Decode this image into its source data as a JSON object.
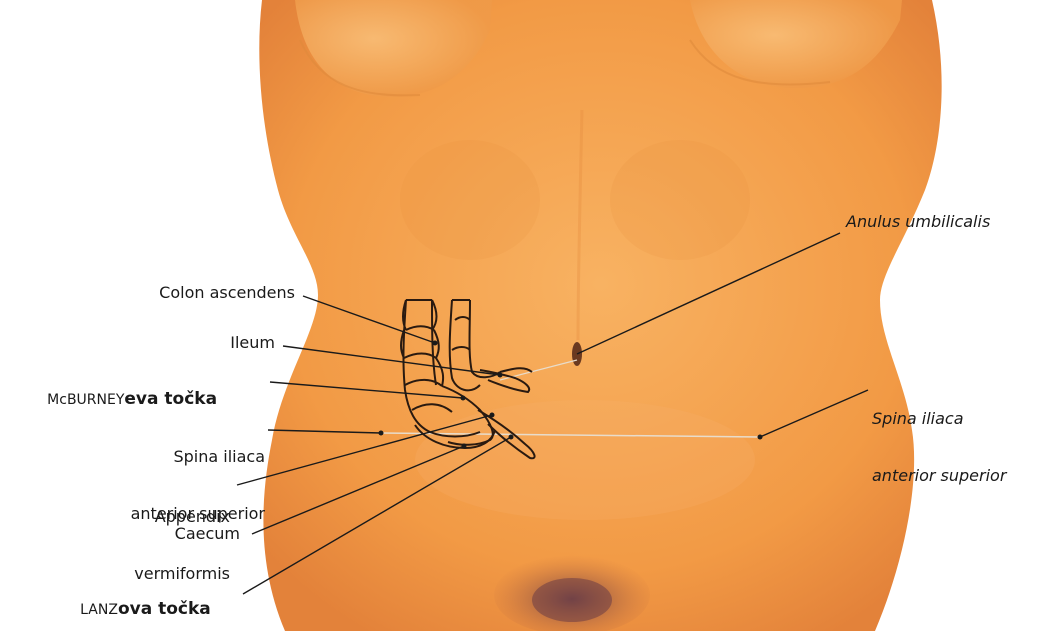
{
  "labels": {
    "colon_ascendens": "Colon ascendens",
    "ileum": "Ileum",
    "mcburney_prefix": "McBURNEY",
    "mcburney_suffix": "eva točka",
    "spina_left_line1": "Spina iliaca",
    "spina_left_line2": "anterior superior",
    "appendix_line1": "Appendix",
    "appendix_line2": "vermiformis",
    "caecum": "Caecum",
    "lanz_prefix": "LANZ",
    "lanz_suffix": "ova točka",
    "anulus": "Anulus umbilicalis",
    "spina_right_line1": "Spina iliaca",
    "spina_right_line2": "anterior superior"
  },
  "colors": {
    "skin": "#f4a24e",
    "skin_light": "#f9bb6a",
    "skin_shadow": "#e58835",
    "leader_line": "#1a1a1a",
    "organ_outline": "#2a1a10",
    "reference_line": "#d9c8b0"
  }
}
